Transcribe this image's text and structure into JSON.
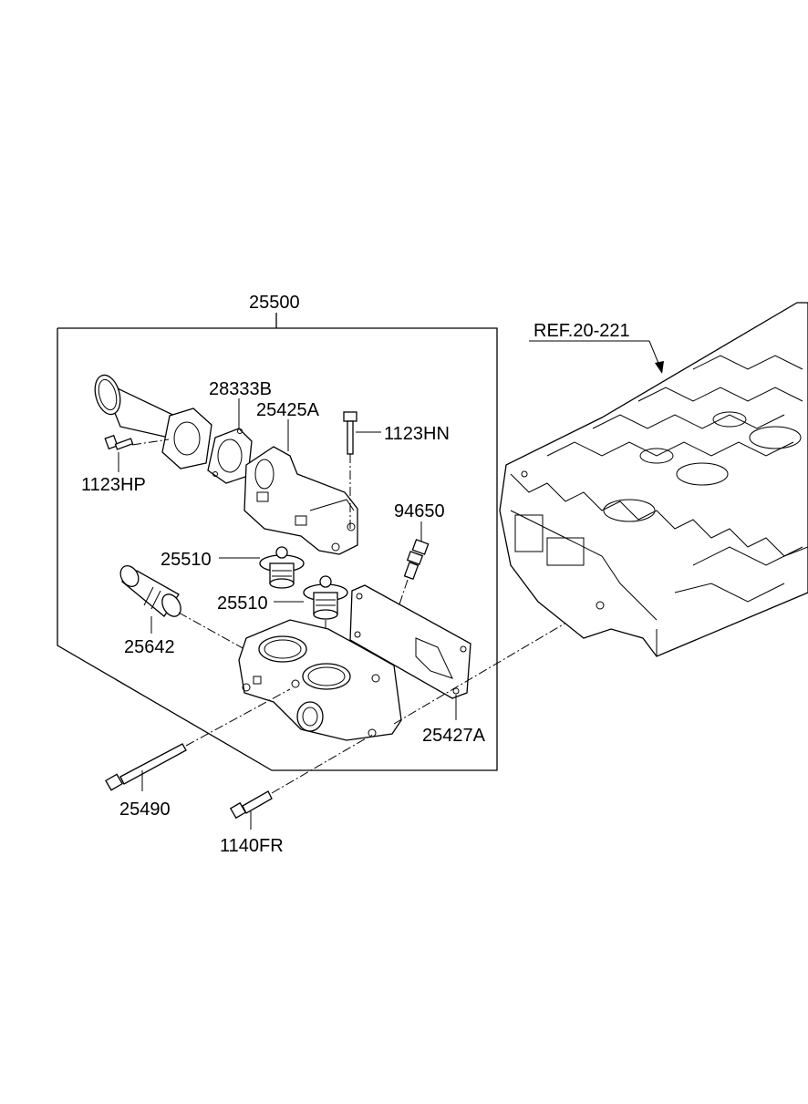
{
  "labels": {
    "assembly": "25500",
    "gasket_b": "28333B",
    "housing": "25425A",
    "bolt_hn": "1123HN",
    "bolt_hp": "1123HP",
    "sensor": "94650",
    "thermostat_1": "25510",
    "thermostat_2": "25510",
    "pipe": "25642",
    "gasket_a": "25427A",
    "long_bolt": "25490",
    "flange_bolt": "1140FR",
    "reference": "REF.20-221"
  }
}
